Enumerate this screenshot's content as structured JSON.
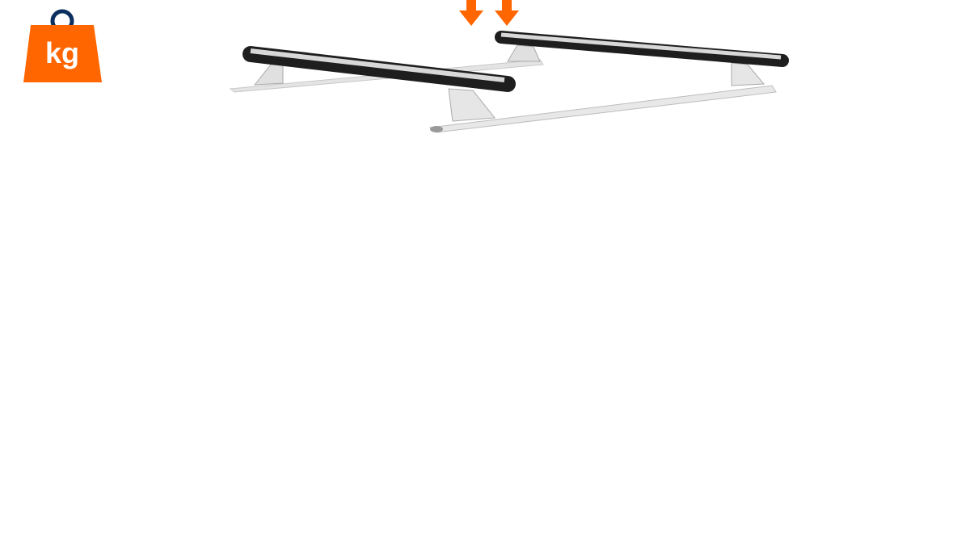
{
  "weight_icon": {
    "label": "kg",
    "icon": "weight-kg-icon",
    "color": "#ff6600",
    "handle_color": "#0b2f5e"
  },
  "arrows": {
    "icon": "arrow-down-icon",
    "count": 2,
    "color": "#ff6600"
  },
  "product": {
    "icon": "roof-rack-bars-image"
  }
}
